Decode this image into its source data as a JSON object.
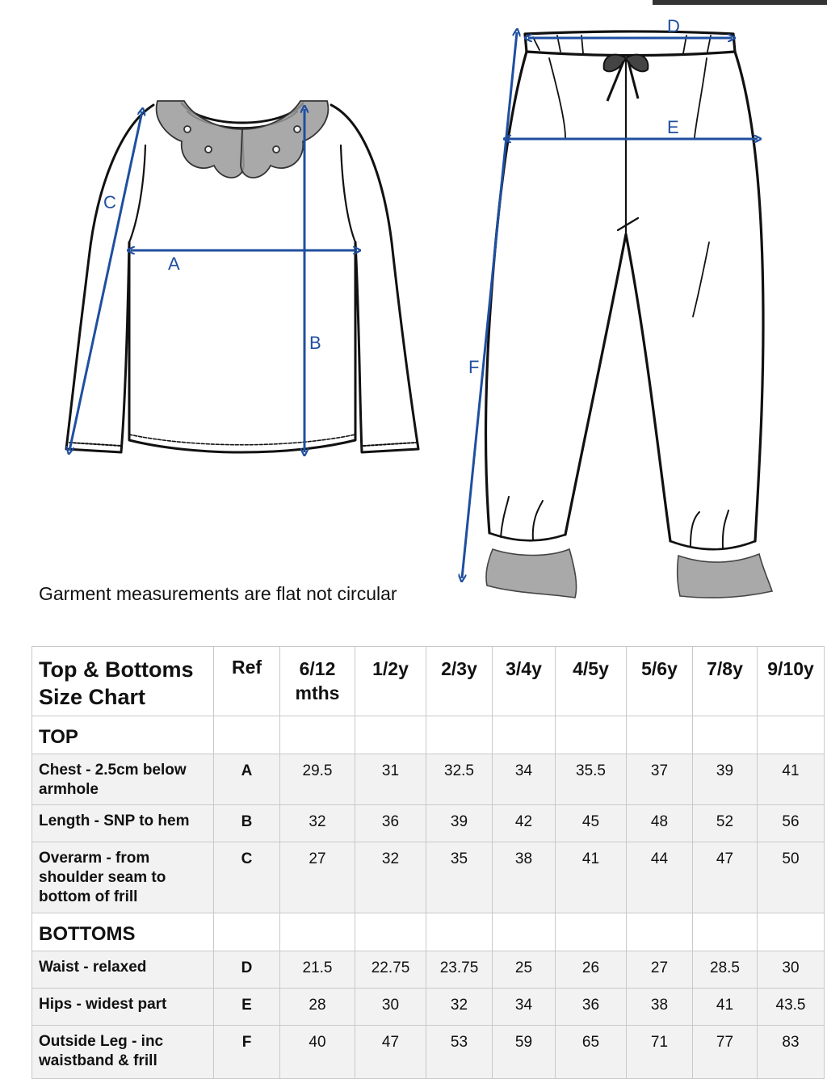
{
  "caption": "Garment measurements are flat not circular",
  "diagram": {
    "labels": {
      "A": "A",
      "B": "B",
      "C": "C",
      "D": "D",
      "E": "E",
      "F": "F"
    },
    "colors": {
      "arrow": "#1f4fa0",
      "line": "#111111",
      "lace": "#9a9a9a"
    }
  },
  "table": {
    "title_line1": "Top & Bottoms",
    "title_line2": "Size Chart",
    "ref_header": "Ref",
    "size_headers": [
      {
        "l1": "6/12",
        "l2": "mths"
      },
      {
        "l1": "1/2y",
        "l2": ""
      },
      {
        "l1": "2/3y",
        "l2": ""
      },
      {
        "l1": "3/4y",
        "l2": ""
      },
      {
        "l1": "4/5y",
        "l2": ""
      },
      {
        "l1": "5/6y",
        "l2": ""
      },
      {
        "l1": "7/8y",
        "l2": ""
      },
      {
        "l1": "9/10y",
        "l2": ""
      }
    ],
    "sections": [
      {
        "name": "TOP",
        "rows": [
          {
            "label_lines": [
              "Chest - 2.5cm below",
              "armhole"
            ],
            "ref": "A",
            "values": [
              "29.5",
              "31",
              "32.5",
              "34",
              "35.5",
              "37",
              "39",
              "41"
            ]
          },
          {
            "label_lines": [
              "Length - SNP to hem"
            ],
            "ref": "B",
            "values": [
              "32",
              "36",
              "39",
              "42",
              "45",
              "48",
              "52",
              "56"
            ]
          },
          {
            "label_lines": [
              "Overarm - from",
              "shoulder seam to",
              "bottom of frill"
            ],
            "ref": "C",
            "values": [
              "27",
              "32",
              "35",
              "38",
              "41",
              "44",
              "47",
              "50"
            ]
          }
        ]
      },
      {
        "name": "BOTTOMS",
        "rows": [
          {
            "label_lines": [
              "Waist - relaxed"
            ],
            "ref": "D",
            "values": [
              "21.5",
              "22.75",
              "23.75",
              "25",
              "26",
              "27",
              "28.5",
              "30"
            ]
          },
          {
            "label_lines": [
              "Hips - widest part"
            ],
            "ref": "E",
            "values": [
              "28",
              "30",
              "32",
              "34",
              "36",
              "38",
              "41",
              "43.5"
            ]
          },
          {
            "label_lines": [
              "Outside Leg - inc",
              "waistband & frill"
            ],
            "ref": "F",
            "values": [
              "40",
              "47",
              "53",
              "59",
              "65",
              "71",
              "77",
              "83"
            ]
          }
        ]
      }
    ]
  }
}
